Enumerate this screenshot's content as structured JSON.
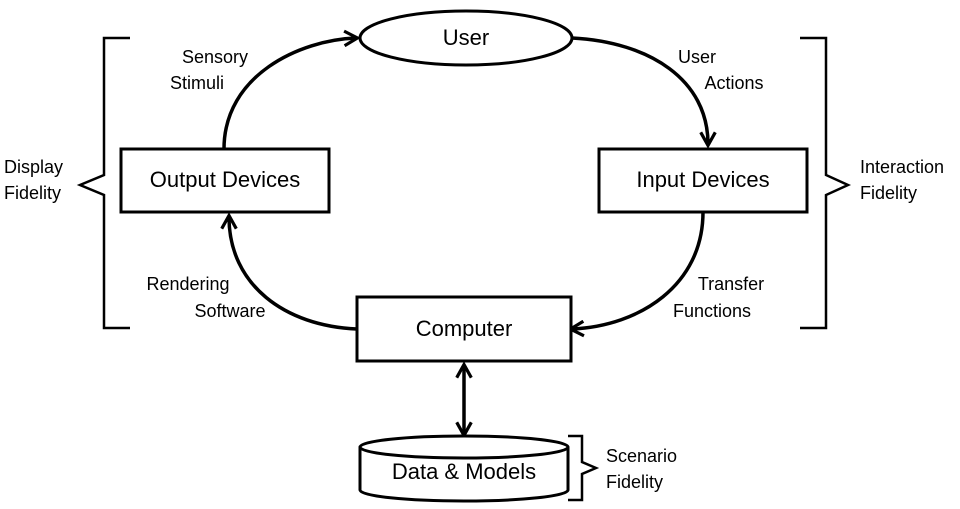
{
  "nodes": {
    "user": "User",
    "output_devices": "Output Devices",
    "input_devices": "Input Devices",
    "computer": "Computer",
    "data_models": "Data & Models"
  },
  "edges": {
    "sensory_stimuli": [
      "Sensory",
      "Stimuli"
    ],
    "user_actions": [
      "User",
      "Actions"
    ],
    "rendering_software": [
      "Rendering",
      "Software"
    ],
    "transfer_functions": [
      "Transfer",
      "Functions"
    ]
  },
  "groups": {
    "display_fidelity": [
      "Display",
      "Fidelity"
    ],
    "interaction_fidelity": [
      "Interaction",
      "Fidelity"
    ],
    "scenario_fidelity": [
      "Scenario",
      "Fidelity"
    ]
  },
  "colors": {
    "stroke": "#000000",
    "background": "#ffffff"
  }
}
